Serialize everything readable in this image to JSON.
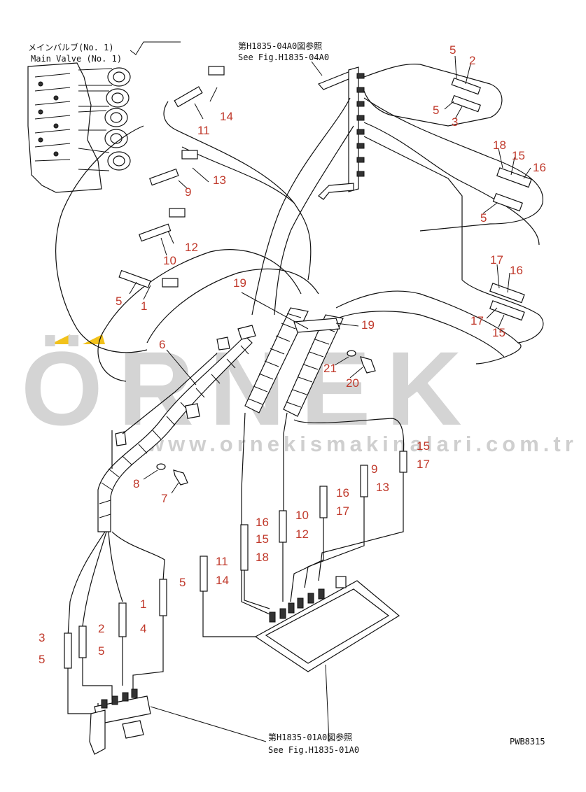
{
  "header": {
    "main_valve_ja": "メインバルブ(No. 1)",
    "main_valve_en": "Main Valve (No. 1)",
    "ref_top_ja": "第H1835-04A0図参照",
    "ref_top_en": "See Fig.H1835-04A0",
    "ref_bottom_ja": "第H1835-01A0図参照",
    "ref_bottom_en": "See Fig.H1835-01A0",
    "figure_code": "PWB8315"
  },
  "watermark": {
    "brand": "ÖRNEK",
    "url": "www.ornekismakinalari.com.tr",
    "accent_color": "#f2c21b",
    "gray_color": "#d4d4d4"
  },
  "callouts": {
    "top_right": [
      "5",
      "2",
      "5",
      "3",
      "18",
      "15",
      "16",
      "5",
      "17",
      "16",
      "17",
      "15"
    ],
    "upper_left": [
      "14",
      "11",
      "13",
      "9",
      "12",
      "10",
      "5",
      "1"
    ],
    "middle": [
      "19",
      "19",
      "6",
      "21",
      "20",
      "8",
      "7"
    ],
    "lower_center": [
      "15",
      "17",
      "9",
      "13",
      "16",
      "17",
      "10",
      "12",
      "16",
      "15",
      "18",
      "11",
      "14"
    ],
    "lower_left": [
      "5",
      "1",
      "4",
      "3",
      "2",
      "5",
      "5"
    ]
  },
  "colors": {
    "callout": "#c0392b",
    "line": "#111111"
  }
}
